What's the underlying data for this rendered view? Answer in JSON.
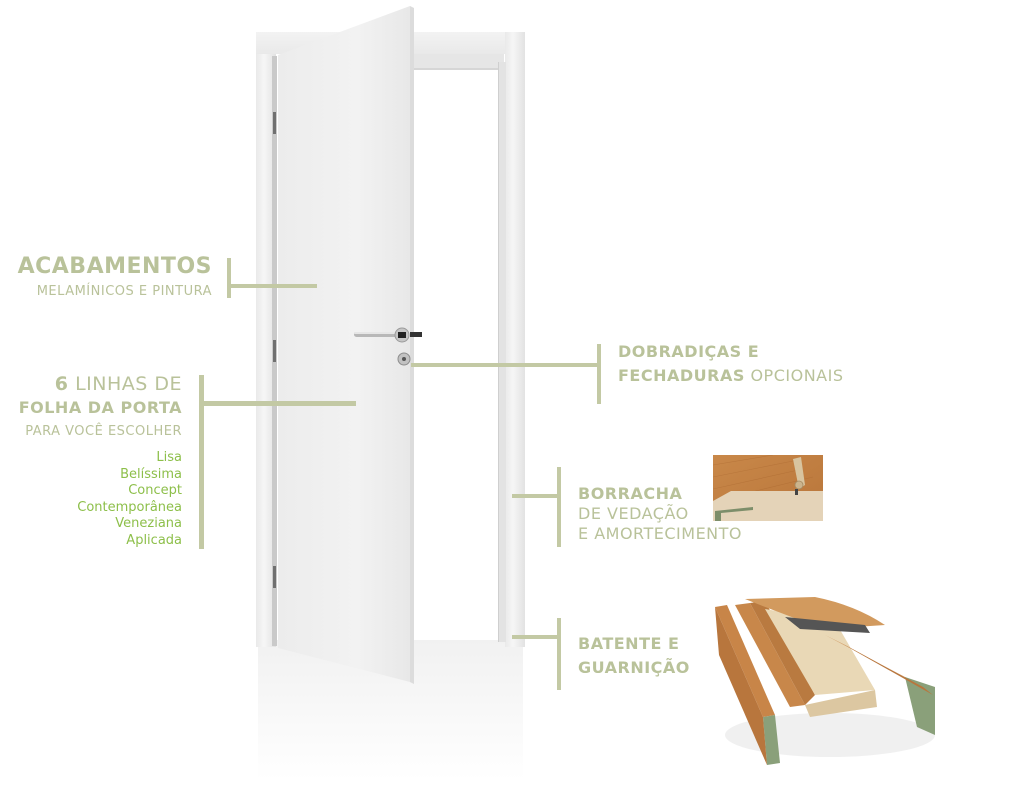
{
  "features": {
    "acabamentos": {
      "title": "ACABAMENTOS",
      "subtitle": "MELAMÍNICOS E PINTURA"
    },
    "linhas": {
      "count": "6",
      "line1_rest": " LINHAS DE",
      "line2": "FOLHA DA PORTA",
      "line3": "PARA VOCÊ ESCOLHER",
      "options": [
        "Lisa",
        "Belíssima",
        "Concept",
        "Contemporânea",
        "Veneziana",
        "Aplicada"
      ]
    },
    "dobradicas": {
      "line1": "DOBRADIÇAS E",
      "line2_bold": "FECHADURAS",
      "line2_light": " OPCIONAIS"
    },
    "borracha": {
      "title": "BORRACHA",
      "line2": "DE VEDAÇÃO",
      "line3": "E AMORTECIMENTO"
    },
    "batente": {
      "line1": "BATENTE E",
      "line2": "GUARNIÇÃO"
    }
  },
  "colors": {
    "heading": "#b9c29a",
    "connector": "#c3c9a4",
    "list_text": "#8dbf4a",
    "door": "#efefef",
    "wood": "#c8874a"
  }
}
